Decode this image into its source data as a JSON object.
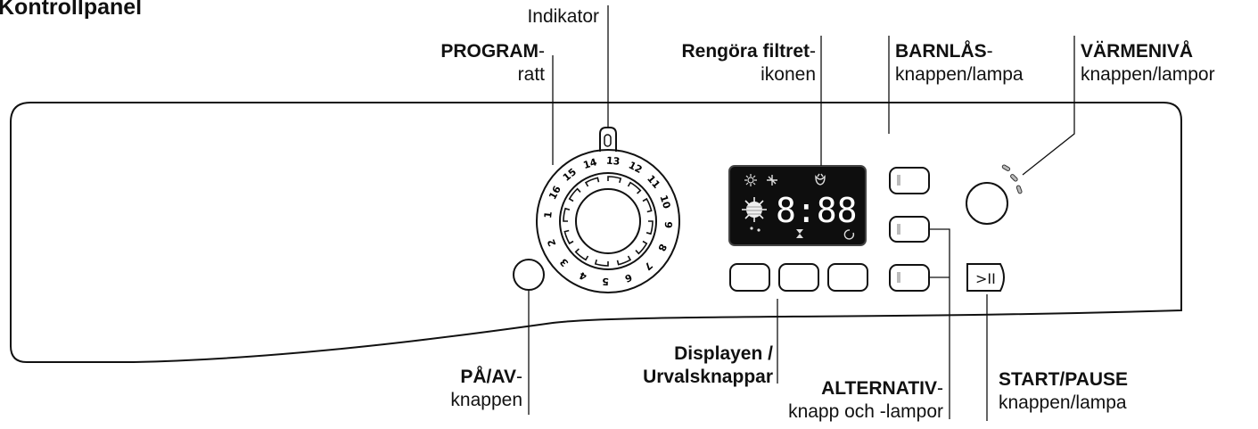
{
  "title": "Kontrollpanel",
  "labels": {
    "indikator": "Indikator",
    "program_bold": "PROGRAM",
    "program_dash": "-",
    "program_line2": "ratt",
    "rengora_bold": "Rengöra filtret",
    "rengora_dash": "-",
    "rengora_line2": "ikonen",
    "barnlas_bold": "BARNLÅS",
    "barnlas_dash": "-",
    "barnlas_line2": "knappen/lampa",
    "varmeniva_bold": "VÄRMENIVÅ",
    "varmeniva_line2": "knappen/lampor",
    "paav_bold": "PÅ/AV",
    "paav_dash": "-",
    "paav_line2": "knappen",
    "display_line1": "Displayen /",
    "display_line2": "Urvalsknappar",
    "alternativ_bold": "ALTERNATIV",
    "alternativ_dash": "-",
    "alternativ_line2": "knapp och -lampor",
    "startpause_bold": "START/PAUSE",
    "startpause_line2": "knappen/lampa"
  },
  "dial_numbers": [
    "1",
    "16",
    "15",
    "14",
    "13",
    "12",
    "11",
    "10",
    "9",
    "8",
    "7",
    "6",
    "5",
    "4",
    "3",
    "2"
  ],
  "display": {
    "time": "8:88",
    "start_pause_glyph": ">II"
  }
}
